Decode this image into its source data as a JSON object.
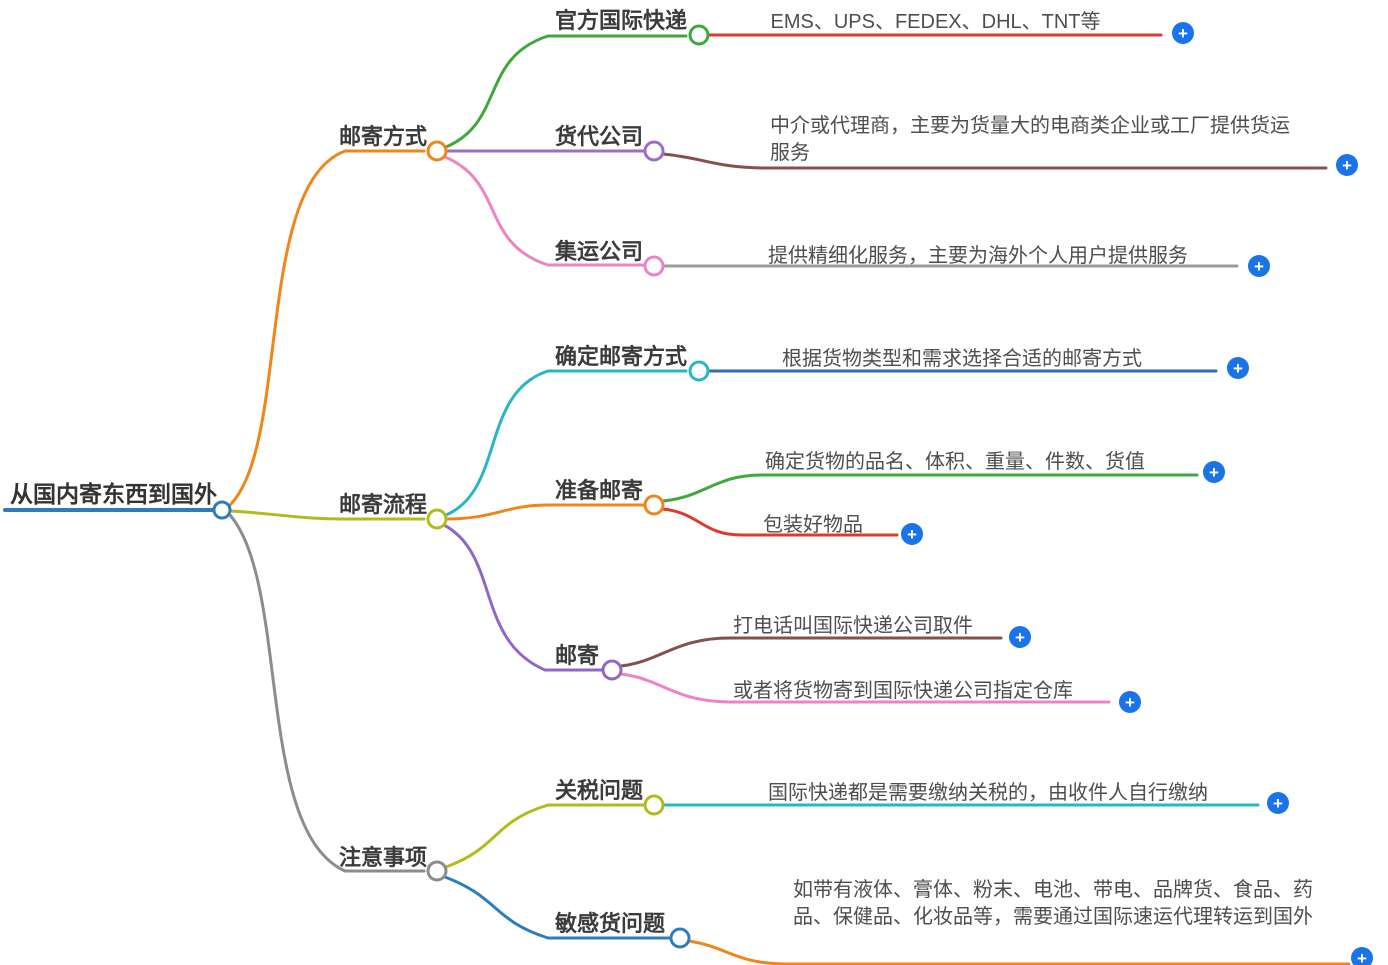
{
  "ui": {
    "add_icon": "+"
  },
  "colors": {
    "root_blue": "#2d7dbb",
    "orange": "#f08519",
    "olive": "#b2bb1c",
    "gray": "#8c8c8c",
    "green": "#3fa83c",
    "red": "#dc3b30",
    "purple": "#9c6ec4",
    "violet": "#8f68c4",
    "pink": "#ef82c4",
    "brown": "#84524a",
    "cyan": "#27b6c7",
    "leaf_blue": "#2c6fad",
    "leaf_gray": "#9a9a9a",
    "plus_blue": "#1a73e8",
    "label_dark": "#3b3b3b",
    "leaf_text": "#4e4e4e"
  },
  "root": {
    "label": "从国内寄东西到国外"
  },
  "branches": [
    {
      "label": "邮寄方式",
      "children": [
        {
          "label": "官方国际快递",
          "notes": [
            "EMS、UPS、FEDEX、DHL、TNT等"
          ]
        },
        {
          "label": "货代公司",
          "notes": [
            "中介或代理商，主要为货量大的电商类企业或工厂提供货运服务"
          ]
        },
        {
          "label": "集运公司",
          "notes": [
            "提供精细化服务，主要为海外个人用户提供服务"
          ]
        }
      ]
    },
    {
      "label": "邮寄流程",
      "children": [
        {
          "label": "确定邮寄方式",
          "notes": [
            "根据货物类型和需求选择合适的邮寄方式"
          ]
        },
        {
          "label": "准备邮寄",
          "notes": [
            "确定货物的品名、体积、重量、件数、货值",
            "包装好物品"
          ]
        },
        {
          "label": "邮寄",
          "notes": [
            "打电话叫国际快递公司取件",
            "或者将货物寄到国际快递公司指定仓库"
          ]
        }
      ]
    },
    {
      "label": "注意事项",
      "children": [
        {
          "label": "关税问题",
          "notes": [
            "国际快递都是需要缴纳关税的，由收件人自行缴纳"
          ]
        },
        {
          "label": "敏感货问题",
          "notes": [
            "如带有液体、膏体、粉末、电池、带电、品牌货、食品、药品、保健品、化妆品等，需要通过国际速运代理转运到国外"
          ]
        }
      ]
    }
  ]
}
